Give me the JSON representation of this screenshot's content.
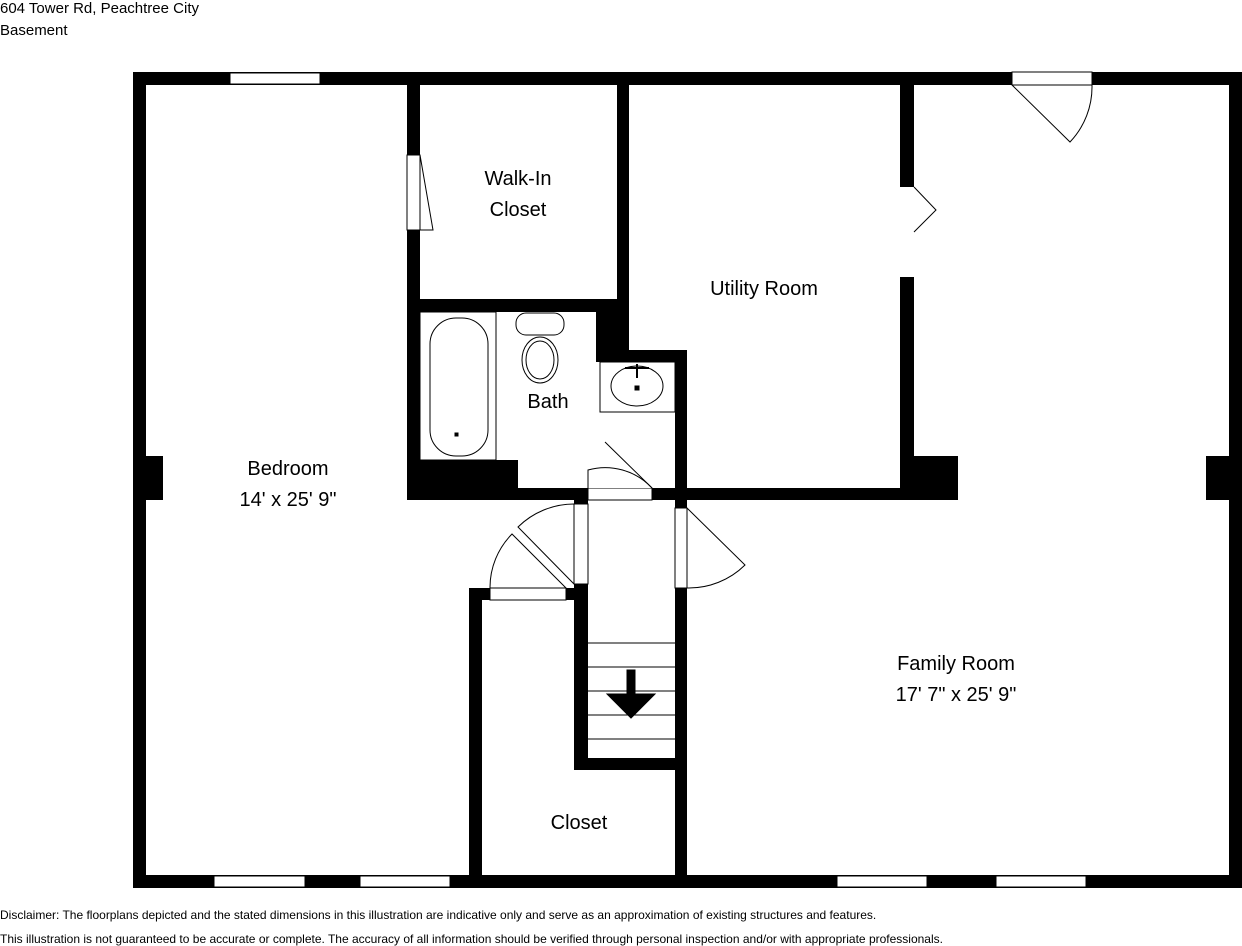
{
  "header": {
    "address": "604 Tower Rd, Peachtree City",
    "floor": "Basement"
  },
  "rooms": {
    "walk_in_closet": {
      "line1": "Walk-In",
      "line2": "Closet"
    },
    "utility_room": {
      "name": "Utility Room"
    },
    "bath": {
      "name": "Bath"
    },
    "bedroom": {
      "name": "Bedroom",
      "dimensions": "14' x 25' 9\""
    },
    "family_room": {
      "name": "Family Room",
      "dimensions": "17' 7\" x 25' 9\""
    },
    "closet": {
      "name": "Closet"
    }
  },
  "footer": {
    "disclaimer_line1": "Disclaimer: The floorplans depicted and the stated dimensions in this illustration are indicative only and serve as an approximation of existing structures and features.",
    "disclaimer_line2": "This illustration is not guaranteed to be accurate or complete. The accuracy of all information should be verified through personal inspection and/or with appropriate professionals."
  }
}
